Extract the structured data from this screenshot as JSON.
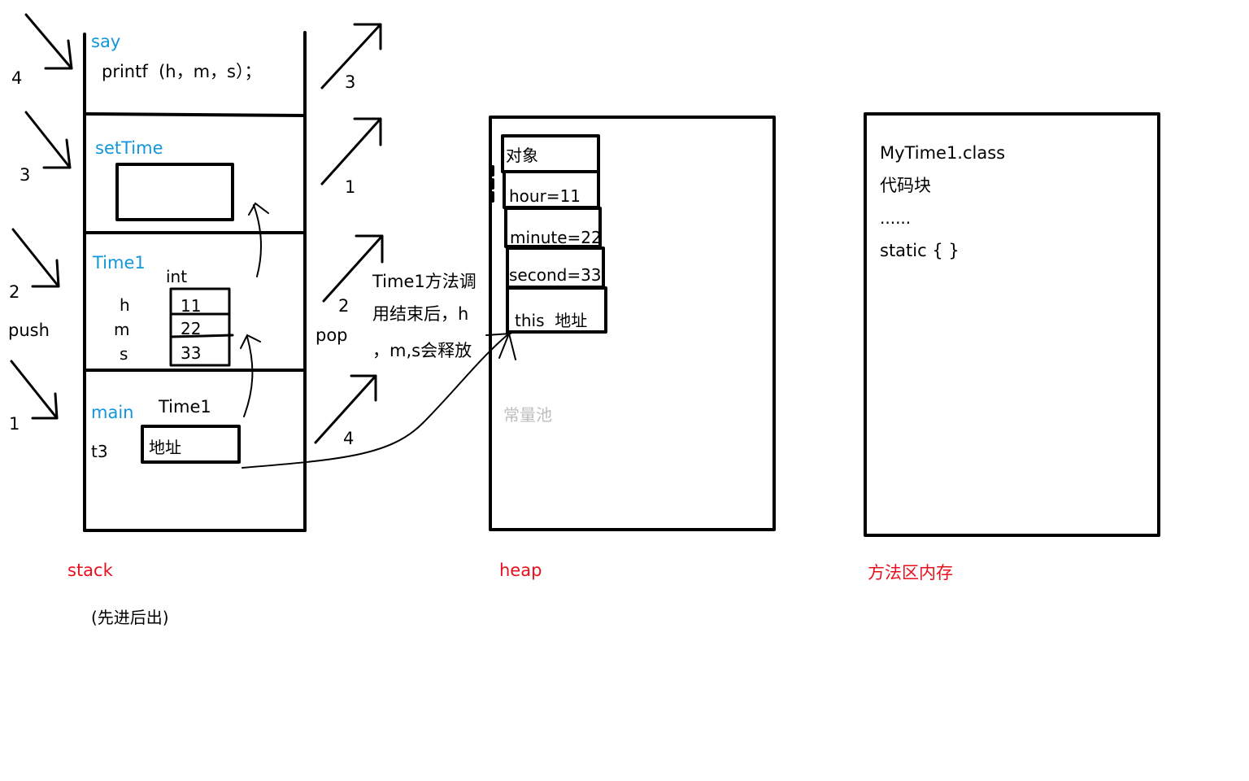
{
  "stack": {
    "say": "say",
    "printf": "printf  (h，m，s）；",
    "setTime": "setTime",
    "time1": "Time1",
    "int_label": "int",
    "vars": [
      "h",
      "m",
      "s"
    ],
    "values": [
      "11",
      "22",
      "33"
    ],
    "main": "main",
    "main_type": "Time1",
    "t3": "t3",
    "address": "地址",
    "caption": "stack",
    "note": "(先进后出)"
  },
  "push": {
    "label": "push",
    "numbers": [
      "4",
      "3",
      "2",
      "1"
    ]
  },
  "pop": {
    "label": "pop",
    "numbers": [
      "3",
      "1",
      "2",
      "4"
    ]
  },
  "explanation": {
    "lines": [
      "Time1方法调",
      "用结束后，h",
      "，m,s会释放"
    ]
  },
  "heap": {
    "fields": [
      "对象",
      "hour=11",
      "minute=22",
      "second=33",
      "this  地址"
    ],
    "constant_pool": "常量池",
    "caption": "heap"
  },
  "method_area": {
    "lines": [
      "MyTime1.class",
      "代码块",
      "......",
      "static { }"
    ],
    "caption": "方法区内存"
  },
  "colors": {
    "blue": "#1296db",
    "red": "#e8101c",
    "gray": "#bdbdbd"
  }
}
